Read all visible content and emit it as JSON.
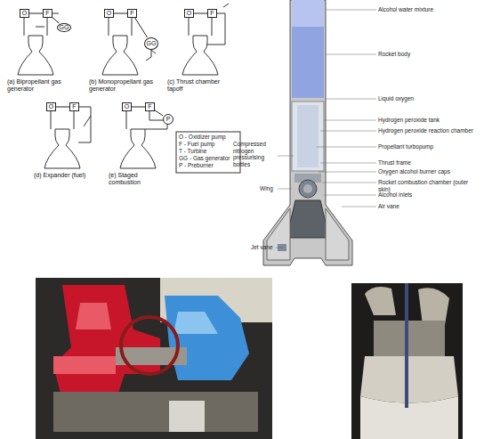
{
  "diagram": {
    "nodes": [
      {
        "text": [
          "O"
        ]
      },
      {
        "text": [
          "F"
        ]
      },
      {
        "text": [
          "GG"
        ]
      },
      {
        "text": [
          "O"
        ]
      },
      {
        "text": [
          "F"
        ]
      },
      {
        "text": [
          "GG"
        ]
      },
      {
        "text": [
          "O"
        ]
      },
      {
        "text": [
          "F"
        ]
      },
      {
        "text": [
          "O"
        ]
      },
      {
        "text": [
          "F"
        ]
      },
      {
        "text": [
          "O"
        ]
      },
      {
        "text": [
          "F"
        ]
      },
      {
        "text": [
          "P"
        ]
      }
    ],
    "edges": [
      {
        "from": 0,
        "to": 1,
        "arrow": "none"
      },
      {
        "from": 1,
        "to": 2,
        "arrow": "none"
      },
      {
        "from": 3,
        "to": 4,
        "arrow": "none"
      },
      {
        "from": 4,
        "to": 5,
        "arrow": "none"
      },
      {
        "from": 6,
        "to": 7,
        "arrow": "none"
      },
      {
        "from": 8,
        "to": 9,
        "arrow": "none"
      },
      {
        "from": 10,
        "to": 11,
        "arrow": "none"
      },
      {
        "from": 11,
        "to": 12,
        "arrow": "none"
      }
    ],
    "labels": [
      "(a) Bipropellant gas generator",
      "(b) Monopropellant gas generator",
      "(c) Thrust chamber tapoff",
      "(d) Expander (fuel)",
      "(e) Staged combustion",
      "O - Oxidizer pump",
      "F - Fuel pump",
      "T - Turbine",
      "GG - Gas generator",
      "P - Preburner",
      "Alcohol water mixture",
      "Rocket body",
      "Liquid oxygen",
      "Hydrogen peroxide tank",
      "Hydrogen peroxide reaction chamber",
      "Propellant turbopump",
      "Thrust frame",
      "Oxygen alcohol burner caps",
      "Rocket combustion chamber (outer skin)",
      "Alcohol inlets",
      "Air vane",
      "Compressed nitrogen pressurising bottles",
      "Wing",
      "Jet vane"
    ]
  }
}
